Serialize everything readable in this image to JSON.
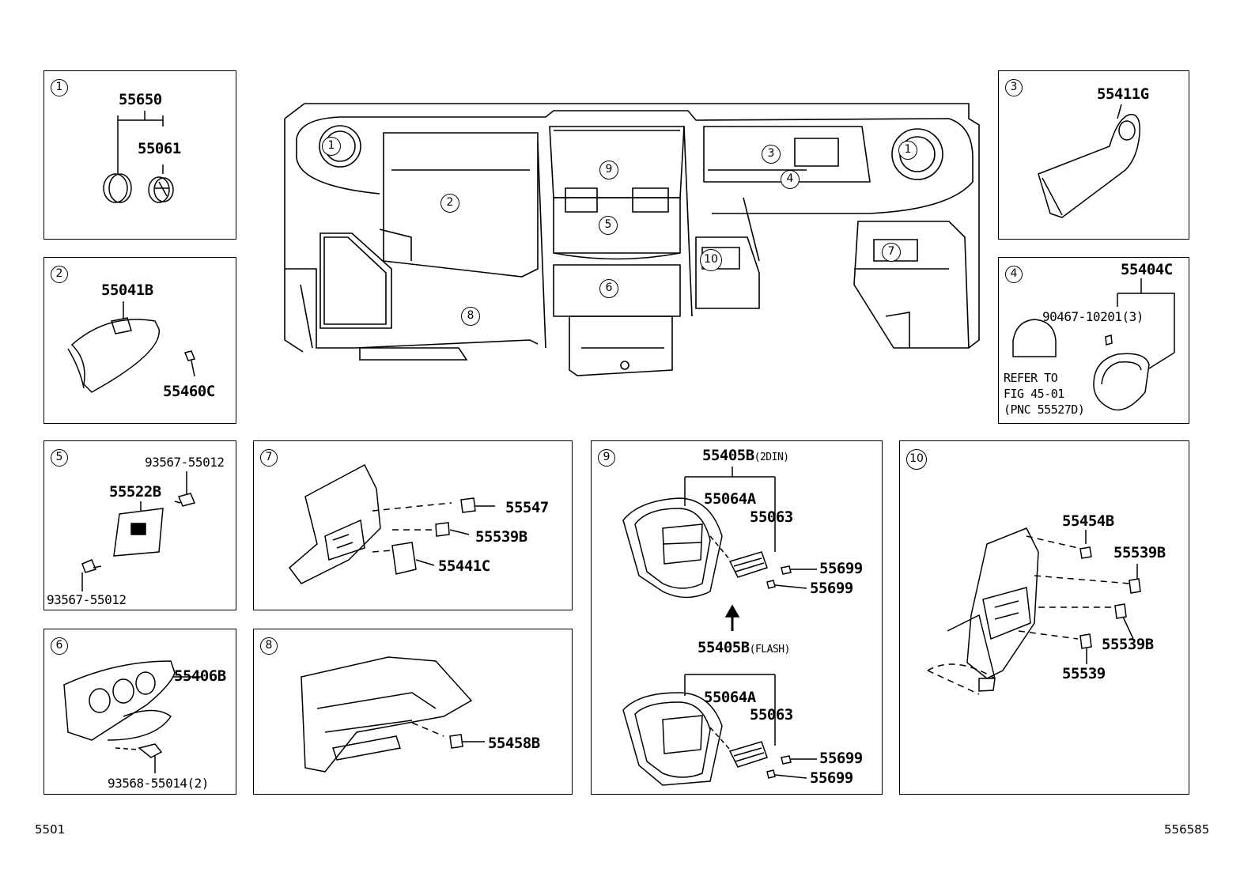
{
  "main_callouts": [
    "1",
    "2",
    "3",
    "4",
    "9",
    "5",
    "6",
    "10",
    "7",
    "8",
    "1"
  ],
  "panels": {
    "p1": {
      "num": "1",
      "labels": [
        "55650",
        "55061"
      ]
    },
    "p2": {
      "num": "2",
      "labels": [
        "55041B",
        "55460C"
      ]
    },
    "p3": {
      "num": "3",
      "labels": [
        "55411G"
      ]
    },
    "p4": {
      "num": "4",
      "labels": [
        "55404C",
        "90467-10201(3)"
      ],
      "note": [
        "REFER TO",
        "FIG 45-01",
        "(PNC 55527D)"
      ]
    },
    "p5": {
      "num": "5",
      "labels": [
        "93567-55012",
        "55522B",
        "93567-55012"
      ]
    },
    "p6": {
      "num": "6",
      "labels": [
        "55406B",
        "93568-55014(2)"
      ]
    },
    "p7": {
      "num": "7",
      "labels": [
        "55547",
        "55539B",
        "55441C"
      ]
    },
    "p8": {
      "num": "8",
      "labels": [
        "55458B"
      ]
    },
    "p9": {
      "num": "9",
      "labels": [
        "55405B",
        "55064A",
        "55063",
        "55699",
        "55699",
        "55405B",
        "55064A",
        "55063",
        "55699",
        "55699"
      ],
      "suffix_top": "(2DIN)",
      "suffix_bottom": "(FLASH)"
    },
    "p10": {
      "num": "10",
      "labels": [
        "55454B",
        "55539B",
        "55539B",
        "55539"
      ]
    }
  },
  "footer": {
    "left": "5501",
    "right": "556585"
  }
}
